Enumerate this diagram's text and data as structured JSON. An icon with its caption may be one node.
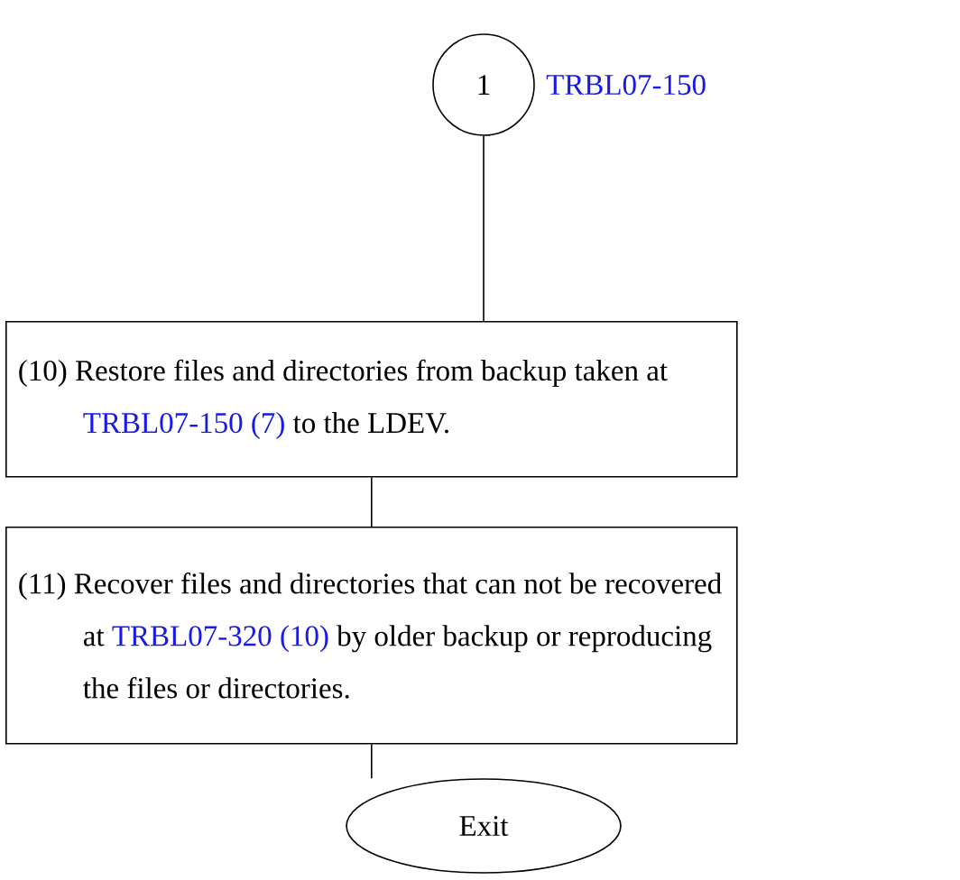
{
  "diagram": {
    "nodes": [
      {
        "text": [
          "1"
        ],
        "beside": [
          "TRBL07-150"
        ]
      },
      {
        "text": [
          "(10) Restore files and directories from backup taken at",
          "TRBL07-150 (7)",
          "to the LDEV."
        ]
      },
      {
        "text": [
          "(11) Recover files and directories that can not be recovered at",
          "TRBL07-320 (10)",
          "by older backup or reproducing the files or directories."
        ]
      },
      {
        "text": [
          "Exit"
        ]
      }
    ],
    "edges": [
      {
        "from": 0,
        "to": 1,
        "arrow": "none"
      },
      {
        "from": 1,
        "to": 2,
        "arrow": "none"
      },
      {
        "from": 2,
        "to": 3,
        "arrow": "none"
      }
    ]
  }
}
